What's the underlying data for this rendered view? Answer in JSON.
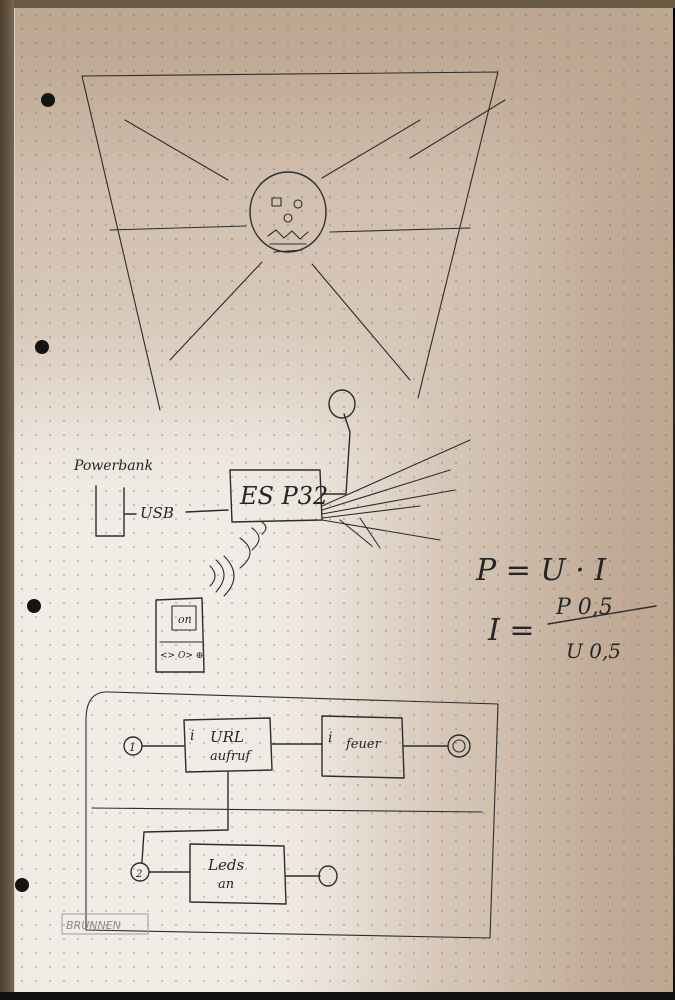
{
  "labels": {
    "powerbank": "Powerbank",
    "usb": "USB",
    "esp32": "ES P32",
    "phone_button": "on",
    "phone_controls": "<> O> ⊕",
    "formula_line1": "P = U · I",
    "formula_i": "I =",
    "formula_num": "P 0,5",
    "formula_den": "U 0,5",
    "flow_start": "1",
    "flow_step1_line1": "URL",
    "flow_step1_line2": "aufruf",
    "flow_step1_marker": "ⅰ",
    "flow_step2": "feuer",
    "flow_step2_marker": "ⅰ",
    "flow_step3_line1": "Leds",
    "flow_step3_line2": "an",
    "flow_start2": "2",
    "brand": "BRUNNEN"
  }
}
